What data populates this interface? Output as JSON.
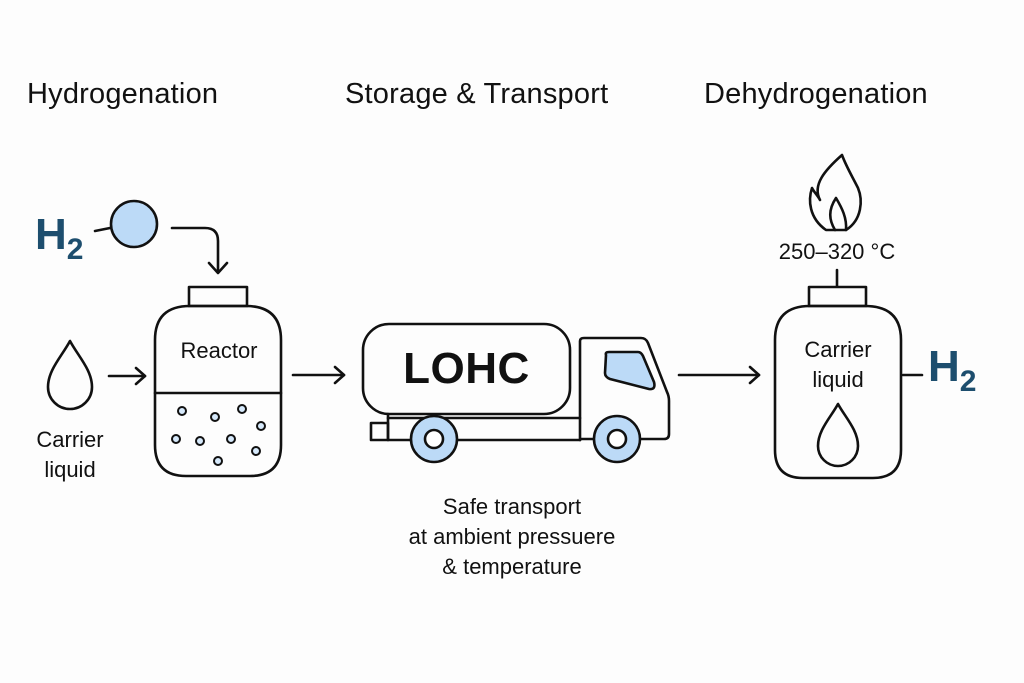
{
  "stages": [
    {
      "title": "Hydrogenation"
    },
    {
      "title": "Storage & Transport"
    },
    {
      "title": "Dehydrogenation"
    }
  ],
  "hydrogenation": {
    "h2_input": {
      "symbol": "H",
      "subscript": "2"
    },
    "carrier_label_line1": "Carrier",
    "carrier_label_line2": "liquid",
    "reactor_label": "Reactor"
  },
  "transport": {
    "tank_label": "LOHC",
    "note_line1": "Safe transport",
    "note_line2": "at ambient pressuere",
    "note_line3": "& temperature"
  },
  "dehydrogenation": {
    "temperature": "250–320 °C",
    "vessel_label_line1": "Carrier",
    "vessel_label_line2": "liquid",
    "h2_output": {
      "symbol": "H",
      "subscript": "2"
    }
  },
  "colors": {
    "stroke": "#111111",
    "accent_fill": "#bcdaf7",
    "h2_text": "#1d4e6e"
  },
  "icons": [
    "h2-molecule-icon",
    "droplet-icon",
    "reactor-icon",
    "bubble-icon",
    "tanker-truck-icon",
    "flame-icon",
    "arrow-icon"
  ]
}
